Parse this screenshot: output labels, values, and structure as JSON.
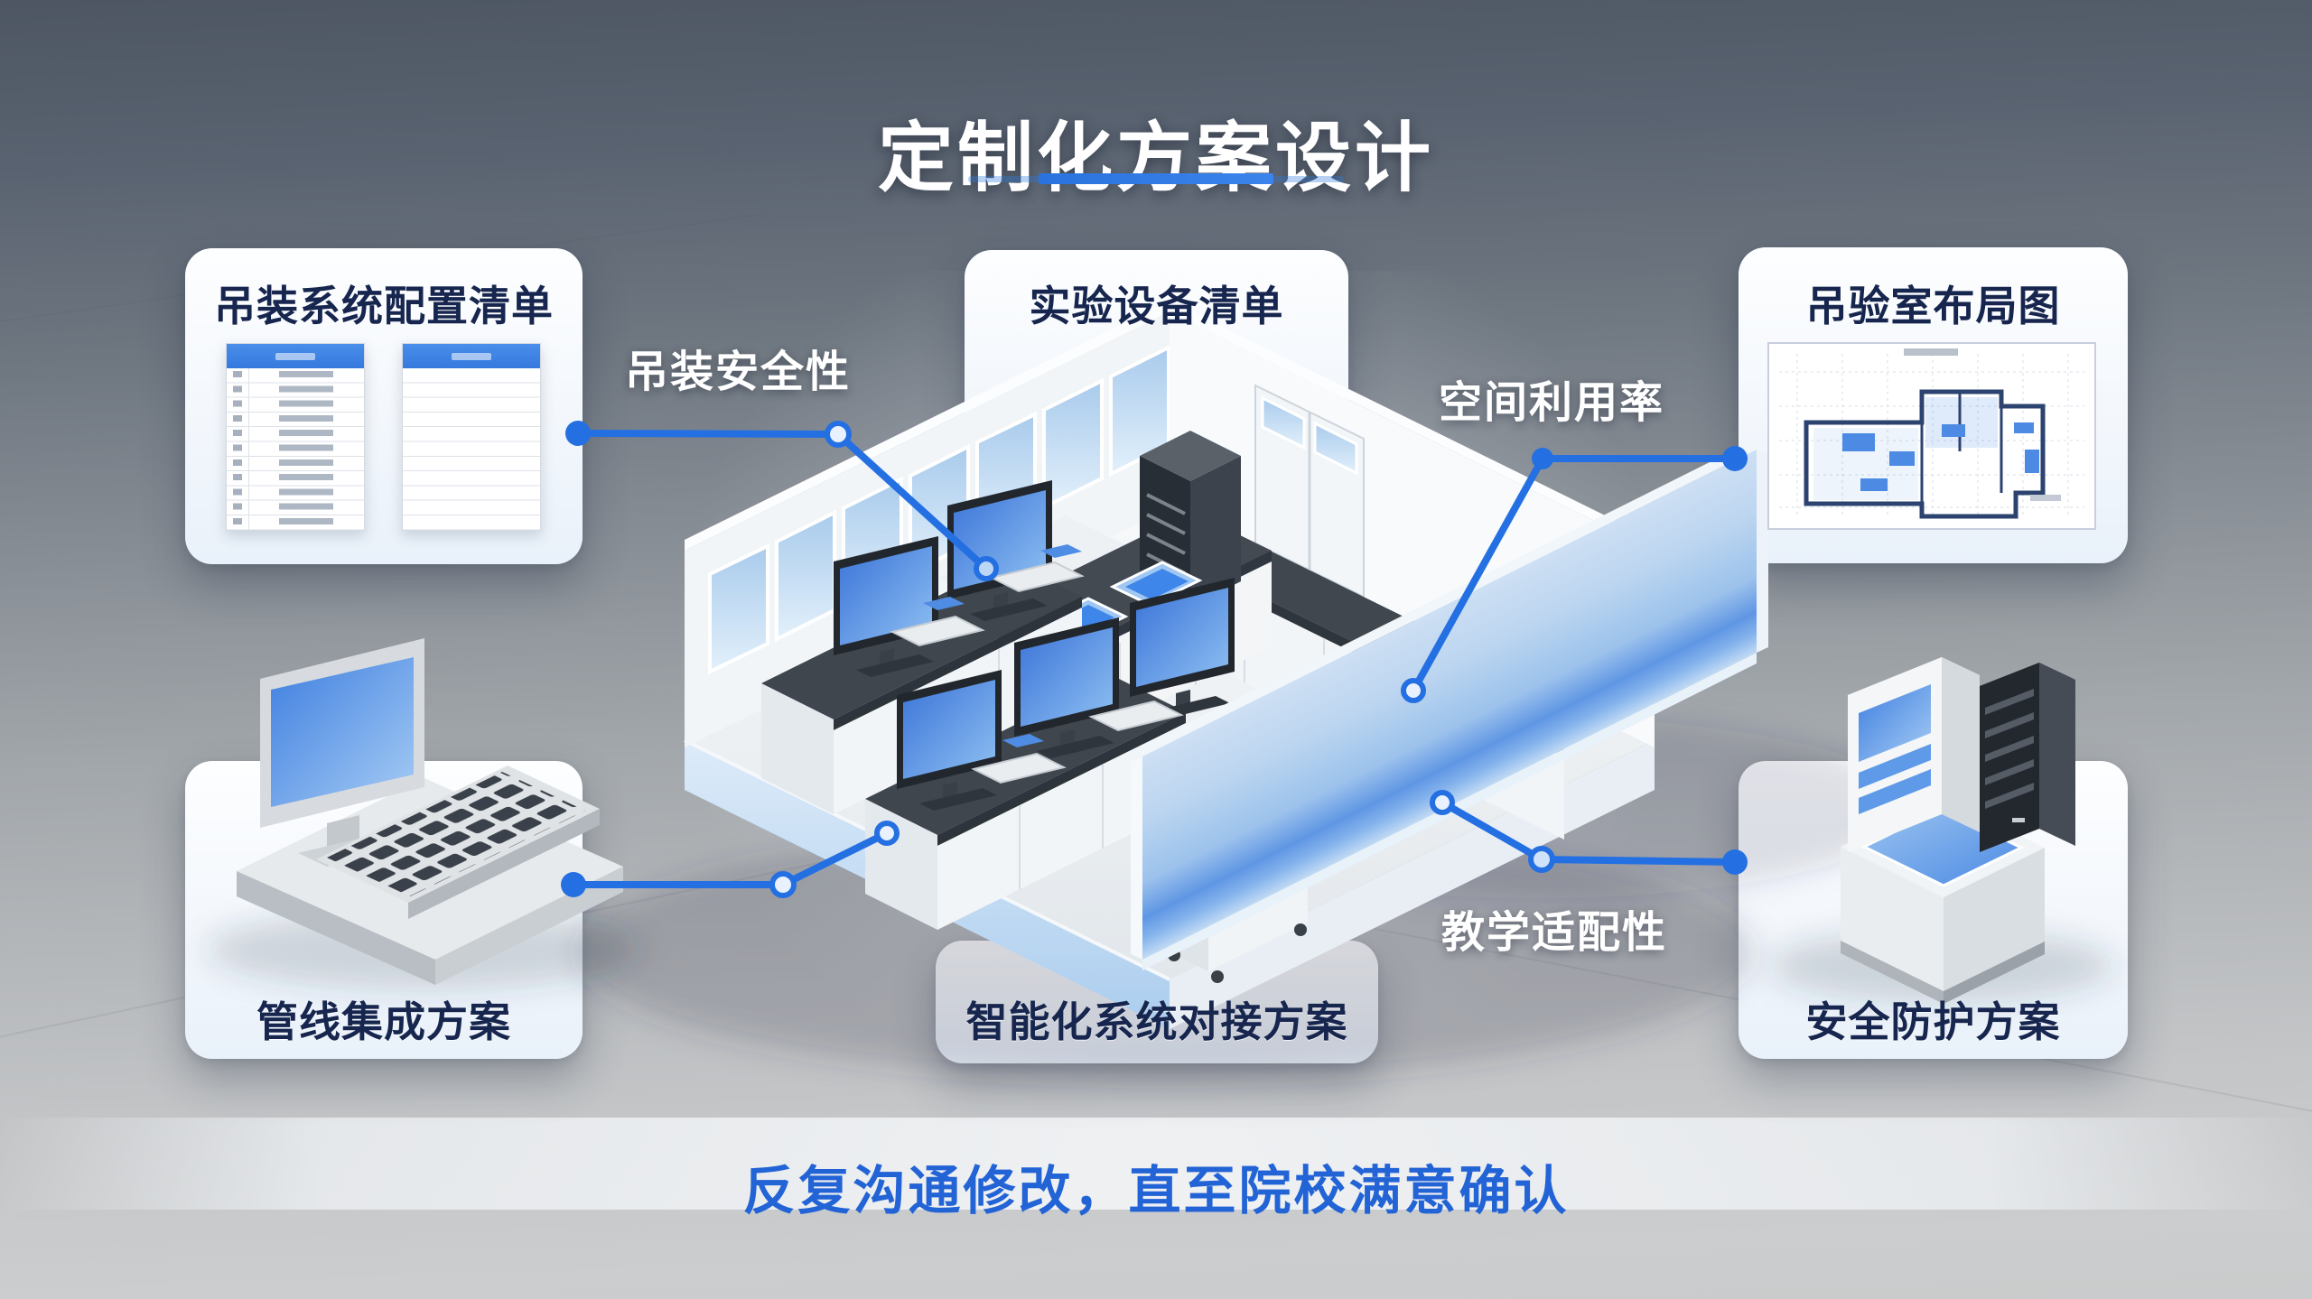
{
  "header": {
    "title": "定制化方案设计"
  },
  "cards": {
    "hoist_config": {
      "title": "吊装系统配置清单"
    },
    "equipment": {
      "title": "实验设备清单"
    },
    "layout": {
      "title": "吊验室布局图"
    },
    "piping": {
      "title": "管线集成方案"
    },
    "integration": {
      "title": "智能化系统对接方案"
    },
    "safety": {
      "title": "安全防护方案"
    }
  },
  "callouts": {
    "hoist_safety": "吊装安全性",
    "space_utilization": "空间利用率",
    "teaching_fit": "教学适配性"
  },
  "footer": {
    "note": "反复沟通修改，直至院校满意确认"
  },
  "icons": {
    "scene": "isometric-lab-room",
    "bottom_left": "desktop-computer-with-keyboard",
    "bottom_right": "pc-tower-and-server",
    "top_left": "configuration-tables",
    "top_right": "lab-floor-plan"
  },
  "colors": {
    "accent_blue": "#2470E2",
    "title_navy": "#17264E",
    "footer_blue": "#2263D6",
    "table_header_blue": "#3D85E6",
    "wall_blue": "#5F96E4"
  }
}
